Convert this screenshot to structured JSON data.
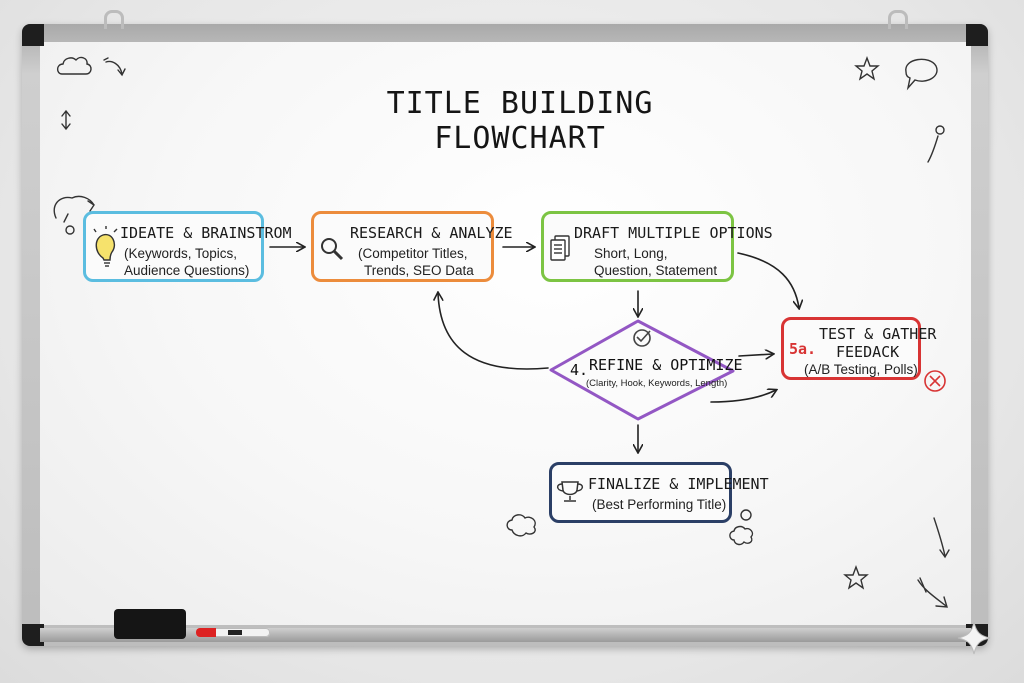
{
  "title": "TITLE BUILDING FLOWCHART",
  "nodes": {
    "ideate": {
      "title": "IDEATE & BRAINSTROM",
      "line1": "(Keywords, Topics,",
      "line2": "Audience Questions)",
      "color": "#5bbde0"
    },
    "research": {
      "title": "RESEARCH & ANALYZE",
      "line1": "(Competitor Titles,",
      "line2": "Trends, SEO Data",
      "color": "#ec8c3c"
    },
    "draft": {
      "title": "DRAFT MULTIPLE OPTIONS",
      "line1": "Short, Long,",
      "line2": "Question, Statement",
      "color": "#7cc443"
    },
    "refine": {
      "number": "4.",
      "title": "REFINE & OPTIMIZE",
      "sub": "(Clarity, Hook, Keywords, Length)",
      "color": "#9357c4"
    },
    "test": {
      "number": "5a.",
      "title": "TEST & GATHER",
      "title2": "FEEDACK",
      "sub": "(A/B Testing, Polls)",
      "color": "#d83434"
    },
    "finalize": {
      "title": "FINALIZE & IMPLEMENT",
      "sub": "(Best Performing Title)",
      "color": "#2b3f66"
    }
  },
  "icons": [
    "lightbulb-icon",
    "magnifier-icon",
    "document-icon",
    "checkmark-icon",
    "trophy-icon",
    "x-circle-icon",
    "cloud-icon",
    "star-icon",
    "speech-bubble-icon",
    "arrow-icon"
  ]
}
